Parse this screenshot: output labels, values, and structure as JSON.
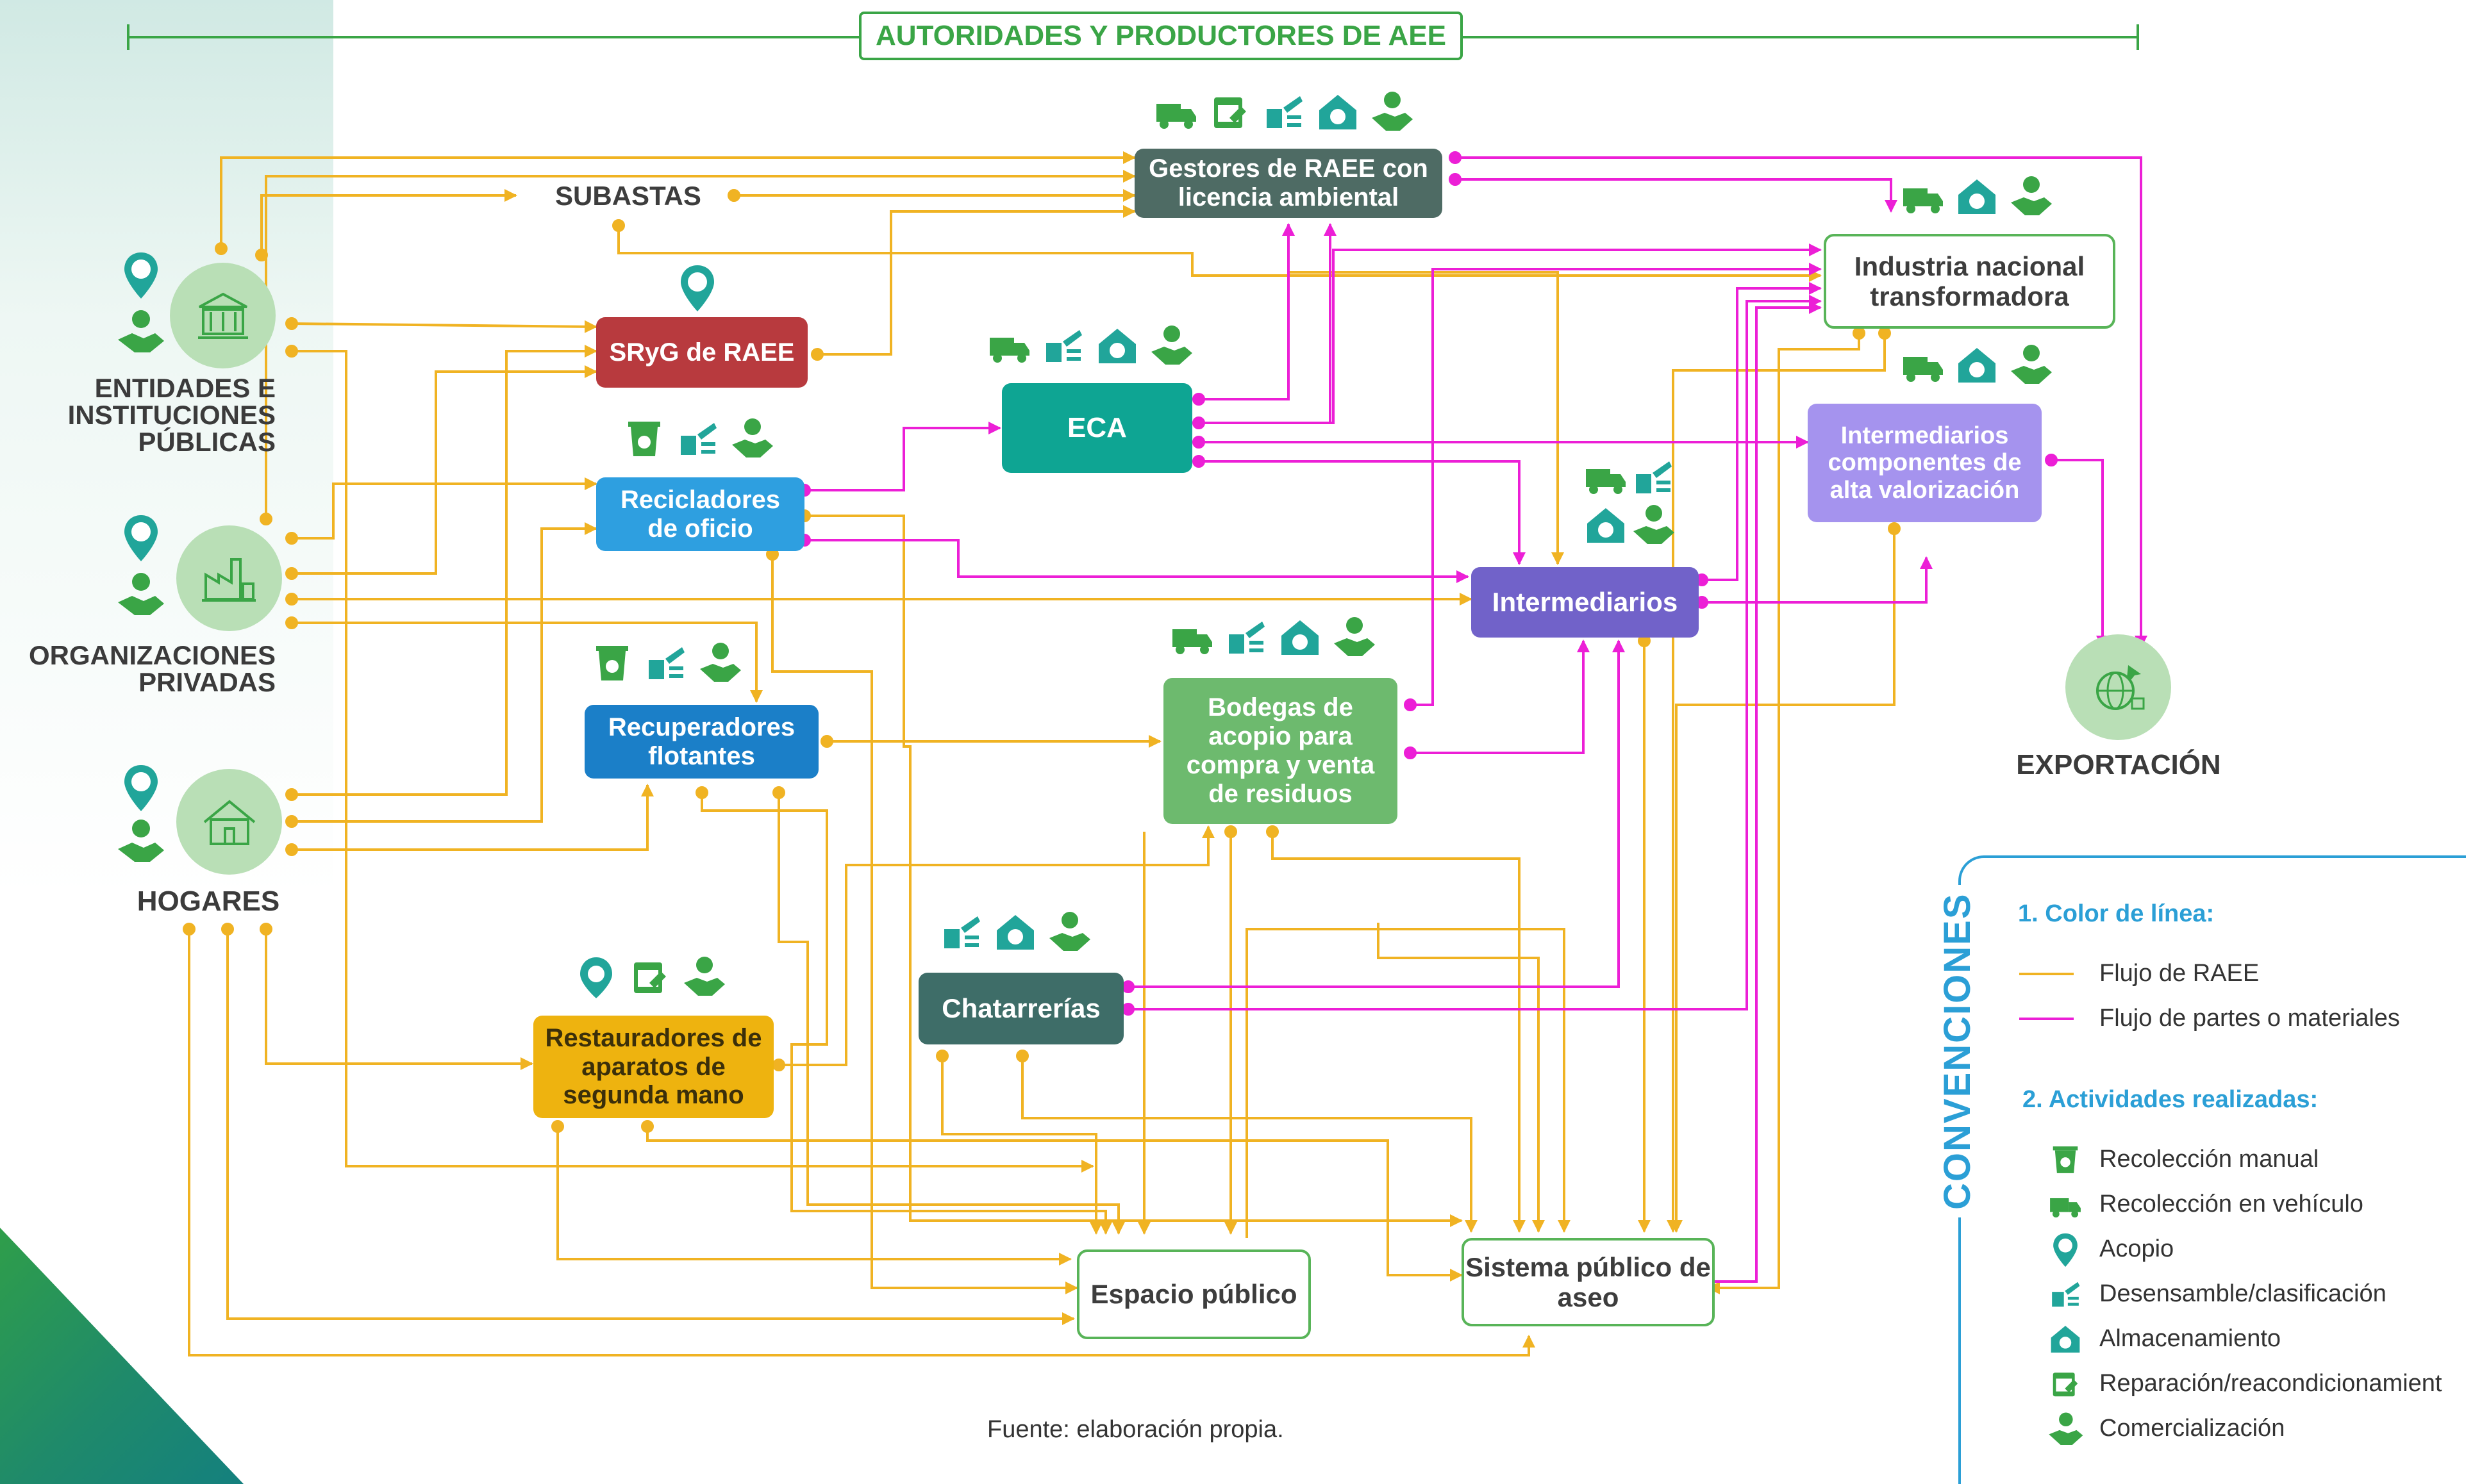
{
  "header": {
    "title": "AUTORIDADES Y PRODUCTORES DE AEE"
  },
  "actors": {
    "entidades": "ENTIDADES E INSTITUCIONES PÚBLICAS",
    "organizaciones": "ORGANIZACIONES PRIVADAS",
    "hogares": "HOGARES",
    "exportacion": "EXPORTACIÓN"
  },
  "nodes": {
    "subastas": "SUBASTAS",
    "gestores": "Gestores de RAEE con licencia ambiental",
    "industria": "Industria nacional transformadora",
    "sryg": "SRyG de RAEE",
    "eca": "ECA",
    "int_comp": "Intermediarios componentes de alta valorización",
    "recicladores": "Recicladores de oficio",
    "intermediarios": "Intermediarios",
    "recuperadores": "Recuperadores flotantes",
    "bodegas": "Bodegas de acopio para compra y venta de residuos",
    "chatarrerias": "Chatarrerías",
    "restauradores": "Restauradores de aparatos de segunda mano",
    "espacio": "Espacio público",
    "sistema": "Sistema público de aseo"
  },
  "conventions": {
    "title": "CONVENCIONES",
    "line_color_heading": "1. Color de línea:",
    "raee_flow": "Flujo de RAEE",
    "parts_flow": "Flujo de partes o materiales",
    "activities_heading": "2. Actividades realizadas:",
    "activities": [
      "Recolección manual",
      "Recolección en vehículo",
      "Acopio",
      "Desensamble/clasificación",
      "Almacenamiento",
      "Reparación/reacondicionamient",
      "Comercialización"
    ]
  },
  "source": "Fuente: elaboración propia.",
  "colors": {
    "raee_line": "#f0b323",
    "parts_line": "#ec1fd6",
    "icon_green": "#3aa546",
    "icon_teal": "#21a59a",
    "gestores": "#4e6b64",
    "sryg": "#b83a3e",
    "eca": "#0ea593",
    "recicladores": "#2e9fe0",
    "recuperadores": "#1b7fc8",
    "bodegas": "#6dba6e",
    "chatarrerias": "#3e6d68",
    "restauradores": "#eeb30f",
    "intermediarios": "#7162c9",
    "int_comp": "#a593ee"
  }
}
